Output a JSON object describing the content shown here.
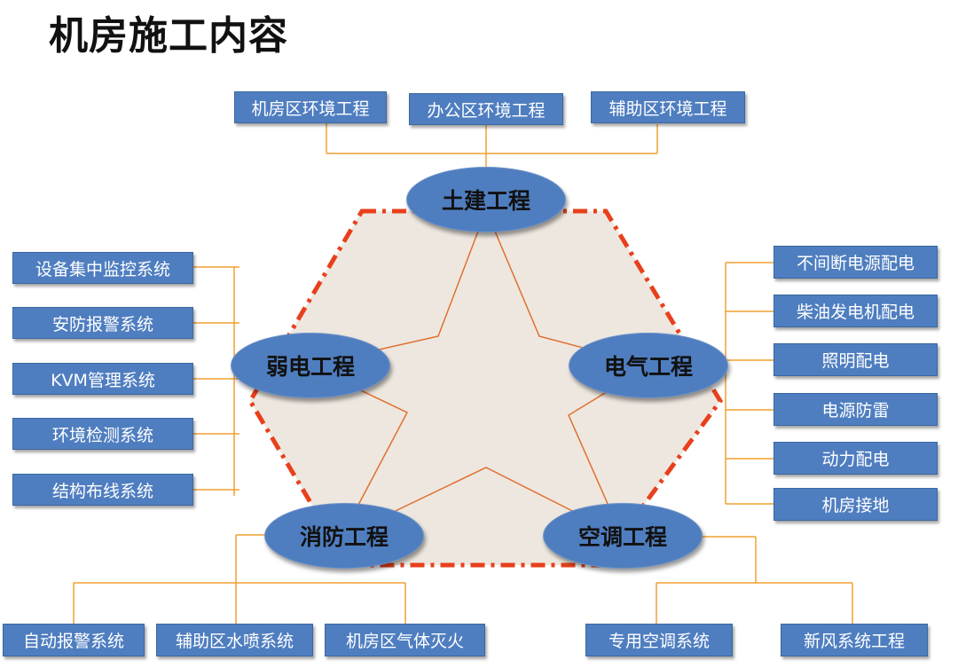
{
  "title": "机房施工内容",
  "colors": {
    "box_fill": "#4f7ec0",
    "connector": "#f0a030",
    "star_line": "#e07030",
    "pentagon_border": "#e8401c",
    "pentagon_fill": "#ede7df"
  },
  "hubs": {
    "civil": "土建工程",
    "weak": "弱电工程",
    "electric": "电气工程",
    "fire": "消防工程",
    "hvac": "空调工程"
  },
  "civil_items": [
    "机房区环境工程",
    "办公区环境工程",
    "辅助区环境工程"
  ],
  "weak_items": [
    "设备集中监控系统",
    "安防报警系统",
    "KVM管理系统",
    "环境检测系统",
    "结构布线系统"
  ],
  "electric_items": [
    "不间断电源配电",
    "柴油发电机配电",
    "照明配电",
    "电源防雷",
    "动力配电",
    "机房接地"
  ],
  "fire_items": [
    "自动报警系统",
    "辅助区水喷系统",
    "机房区气体灭火"
  ],
  "hvac_items": [
    "专用空调系统",
    "新风系统工程"
  ]
}
